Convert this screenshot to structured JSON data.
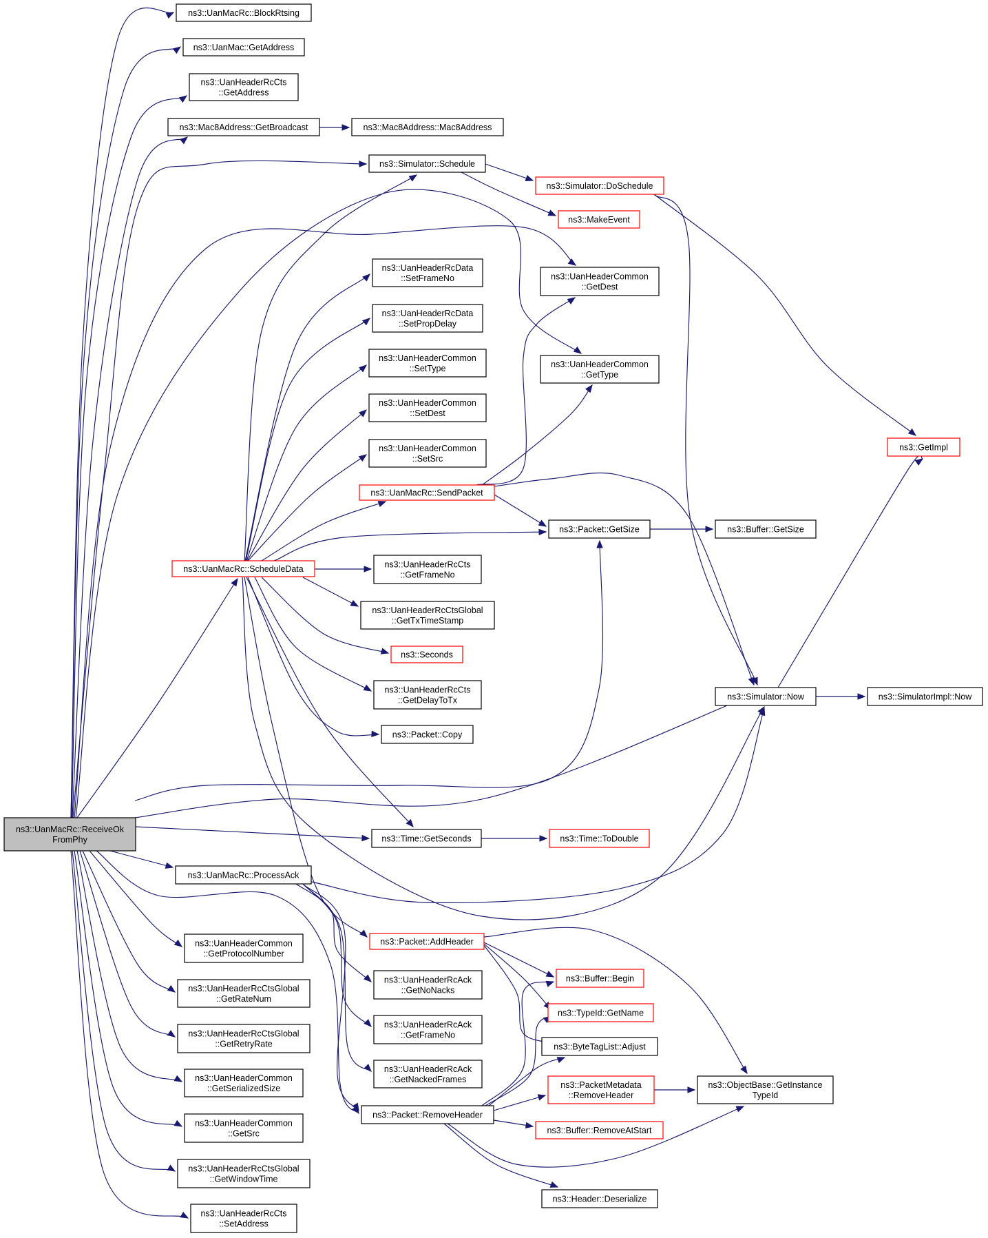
{
  "colors": {
    "edge": "#191970",
    "box_border_normal": "#000000",
    "box_border_truncated": "#ff0000",
    "root_fill": "#bfbfbf",
    "box_fill": "#ffffff",
    "text": "#000000"
  },
  "nodes": {
    "root": {
      "lines": [
        "ns3::UanMacRc::ReceiveOk",
        "FromPhy"
      ],
      "style": "root"
    },
    "blockRtsing": {
      "lines": [
        "ns3::UanMacRc::BlockRtsing"
      ],
      "style": "normal"
    },
    "macGetAddress": {
      "lines": [
        "ns3::UanMac::GetAddress"
      ],
      "style": "normal"
    },
    "hdrRcCtsGetAddress": {
      "lines": [
        "ns3::UanHeaderRcCts",
        "::GetAddress"
      ],
      "style": "normal"
    },
    "getBroadcast": {
      "lines": [
        "ns3::Mac8Address::GetBroadcast"
      ],
      "style": "normal"
    },
    "mac8Address": {
      "lines": [
        "ns3::Mac8Address::Mac8Address"
      ],
      "style": "normal"
    },
    "schedule": {
      "lines": [
        "ns3::Simulator::Schedule"
      ],
      "style": "normal"
    },
    "doSchedule": {
      "lines": [
        "ns3::Simulator::DoSchedule"
      ],
      "style": "truncated"
    },
    "makeEvent": {
      "lines": [
        "ns3::MakeEvent"
      ],
      "style": "truncated"
    },
    "setFrameNo": {
      "lines": [
        "ns3::UanHeaderRcData",
        "::SetFrameNo"
      ],
      "style": "normal"
    },
    "setPropDelay": {
      "lines": [
        "ns3::UanHeaderRcData",
        "::SetPropDelay"
      ],
      "style": "normal"
    },
    "setType": {
      "lines": [
        "ns3::UanHeaderCommon",
        "::SetType"
      ],
      "style": "normal"
    },
    "setDest": {
      "lines": [
        "ns3::UanHeaderCommon",
        "::SetDest"
      ],
      "style": "normal"
    },
    "setSrc": {
      "lines": [
        "ns3::UanHeaderCommon",
        "::SetSrc"
      ],
      "style": "normal"
    },
    "getDest": {
      "lines": [
        "ns3::UanHeaderCommon",
        "::GetDest"
      ],
      "style": "normal"
    },
    "getType": {
      "lines": [
        "ns3::UanHeaderCommon",
        "::GetType"
      ],
      "style": "normal"
    },
    "getImpl": {
      "lines": [
        "ns3::GetImpl"
      ],
      "style": "truncated"
    },
    "sendPacket": {
      "lines": [
        "ns3::UanMacRc::SendPacket"
      ],
      "style": "truncated"
    },
    "packetGetSize": {
      "lines": [
        "ns3::Packet::GetSize"
      ],
      "style": "normal"
    },
    "bufferGetSize": {
      "lines": [
        "ns3::Buffer::GetSize"
      ],
      "style": "normal"
    },
    "scheduleData": {
      "lines": [
        "ns3::UanMacRc::ScheduleData"
      ],
      "style": "truncated"
    },
    "ctsGetFrameNo": {
      "lines": [
        "ns3::UanHeaderRcCts",
        "::GetFrameNo"
      ],
      "style": "normal"
    },
    "getTxTimeStamp": {
      "lines": [
        "ns3::UanHeaderRcCtsGlobal",
        "::GetTxTimeStamp"
      ],
      "style": "normal"
    },
    "seconds": {
      "lines": [
        "ns3::Seconds"
      ],
      "style": "truncated"
    },
    "getDelayToTx": {
      "lines": [
        "ns3::UanHeaderRcCts",
        "::GetDelayToTx"
      ],
      "style": "normal"
    },
    "packetCopy": {
      "lines": [
        "ns3::Packet::Copy"
      ],
      "style": "normal"
    },
    "simNow": {
      "lines": [
        "ns3::Simulator::Now"
      ],
      "style": "normal"
    },
    "simImplNow": {
      "lines": [
        "ns3::SimulatorImpl::Now"
      ],
      "style": "normal"
    },
    "timeGetSeconds": {
      "lines": [
        "ns3::Time::GetSeconds"
      ],
      "style": "normal"
    },
    "timeToDouble": {
      "lines": [
        "ns3::Time::ToDouble"
      ],
      "style": "truncated"
    },
    "processAck": {
      "lines": [
        "ns3::UanMacRc::ProcessAck"
      ],
      "style": "normal"
    },
    "addHeader": {
      "lines": [
        "ns3::Packet::AddHeader"
      ],
      "style": "truncated"
    },
    "getProtocolNumber": {
      "lines": [
        "ns3::UanHeaderCommon",
        "::GetProtocolNumber"
      ],
      "style": "normal"
    },
    "getNoNacks": {
      "lines": [
        "ns3::UanHeaderRcAck",
        "::GetNoNacks"
      ],
      "style": "normal"
    },
    "bufferBegin": {
      "lines": [
        "ns3::Buffer::Begin"
      ],
      "style": "truncated"
    },
    "getRateNum": {
      "lines": [
        "ns3::UanHeaderRcCtsGlobal",
        "::GetRateNum"
      ],
      "style": "normal"
    },
    "typeIdGetName": {
      "lines": [
        "ns3::TypeId::GetName"
      ],
      "style": "truncated"
    },
    "ackGetFrameNo": {
      "lines": [
        "ns3::UanHeaderRcAck",
        "::GetFrameNo"
      ],
      "style": "normal"
    },
    "getRetryRate": {
      "lines": [
        "ns3::UanHeaderRcCtsGlobal",
        "::GetRetryRate"
      ],
      "style": "normal"
    },
    "byteTagListAdjust": {
      "lines": [
        "ns3::ByteTagList::Adjust"
      ],
      "style": "normal"
    },
    "getNackedFrames": {
      "lines": [
        "ns3::UanHeaderRcAck",
        "::GetNackedFrames"
      ],
      "style": "normal"
    },
    "getSerializedSize": {
      "lines": [
        "ns3::UanHeaderCommon",
        "::GetSerializedSize"
      ],
      "style": "normal"
    },
    "pmRemoveHeader": {
      "lines": [
        "ns3::PacketMetadata",
        "::RemoveHeader"
      ],
      "style": "truncated"
    },
    "getInstanceTypeId": {
      "lines": [
        "ns3::ObjectBase::GetInstance",
        "TypeId"
      ],
      "style": "normal"
    },
    "removeHeader": {
      "lines": [
        "ns3::Packet::RemoveHeader"
      ],
      "style": "normal"
    },
    "getSrc": {
      "lines": [
        "ns3::UanHeaderCommon",
        "::GetSrc"
      ],
      "style": "normal"
    },
    "removeAtStart": {
      "lines": [
        "ns3::Buffer::RemoveAtStart"
      ],
      "style": "truncated"
    },
    "getWindowTime": {
      "lines": [
        "ns3::UanHeaderRcCtsGlobal",
        "::GetWindowTime"
      ],
      "style": "normal"
    },
    "deserialize": {
      "lines": [
        "ns3::Header::Deserialize"
      ],
      "style": "normal"
    },
    "setAddress": {
      "lines": [
        "ns3::UanHeaderRcCts",
        "::SetAddress"
      ],
      "style": "normal"
    }
  },
  "edges": [
    [
      "root",
      "blockRtsing"
    ],
    [
      "root",
      "macGetAddress"
    ],
    [
      "root",
      "hdrRcCtsGetAddress"
    ],
    [
      "root",
      "getBroadcast"
    ],
    [
      "root",
      "schedule"
    ],
    [
      "root",
      "getDest"
    ],
    [
      "root",
      "getType"
    ],
    [
      "root",
      "scheduleData"
    ],
    [
      "root",
      "packetGetSize"
    ],
    [
      "root",
      "simNow"
    ],
    [
      "root",
      "timeGetSeconds"
    ],
    [
      "root",
      "processAck"
    ],
    [
      "root",
      "removeHeader"
    ],
    [
      "root",
      "getProtocolNumber"
    ],
    [
      "root",
      "getRateNum"
    ],
    [
      "root",
      "getRetryRate"
    ],
    [
      "root",
      "getSerializedSize"
    ],
    [
      "root",
      "getSrc"
    ],
    [
      "root",
      "getWindowTime"
    ],
    [
      "root",
      "setAddress"
    ],
    [
      "getBroadcast",
      "mac8Address"
    ],
    [
      "schedule",
      "doSchedule"
    ],
    [
      "schedule",
      "makeEvent"
    ],
    [
      "doSchedule",
      "getImpl"
    ],
    [
      "doSchedule",
      "simNow"
    ],
    [
      "sendPacket",
      "getDest"
    ],
    [
      "sendPacket",
      "getType"
    ],
    [
      "sendPacket",
      "packetGetSize"
    ],
    [
      "sendPacket",
      "simNow"
    ],
    [
      "packetGetSize",
      "bufferGetSize"
    ],
    [
      "scheduleData",
      "schedule"
    ],
    [
      "scheduleData",
      "setFrameNo"
    ],
    [
      "scheduleData",
      "setPropDelay"
    ],
    [
      "scheduleData",
      "setType"
    ],
    [
      "scheduleData",
      "setDest"
    ],
    [
      "scheduleData",
      "setSrc"
    ],
    [
      "scheduleData",
      "sendPacket"
    ],
    [
      "scheduleData",
      "packetGetSize"
    ],
    [
      "scheduleData",
      "ctsGetFrameNo"
    ],
    [
      "scheduleData",
      "getTxTimeStamp"
    ],
    [
      "scheduleData",
      "seconds"
    ],
    [
      "scheduleData",
      "getDelayToTx"
    ],
    [
      "scheduleData",
      "packetCopy"
    ],
    [
      "scheduleData",
      "timeGetSeconds"
    ],
    [
      "scheduleData",
      "simNow"
    ],
    [
      "scheduleData",
      "addHeader"
    ],
    [
      "simNow",
      "simImplNow"
    ],
    [
      "simNow",
      "getImpl"
    ],
    [
      "timeGetSeconds",
      "timeToDouble"
    ],
    [
      "processAck",
      "simNow"
    ],
    [
      "processAck",
      "getNoNacks"
    ],
    [
      "processAck",
      "ackGetFrameNo"
    ],
    [
      "processAck",
      "getNackedFrames"
    ],
    [
      "processAck",
      "removeHeader"
    ],
    [
      "addHeader",
      "bufferBegin"
    ],
    [
      "addHeader",
      "typeIdGetName"
    ],
    [
      "addHeader",
      "byteTagListAdjust"
    ],
    [
      "addHeader",
      "getInstanceTypeId"
    ],
    [
      "removeHeader",
      "bufferBegin"
    ],
    [
      "removeHeader",
      "typeIdGetName"
    ],
    [
      "removeHeader",
      "byteTagListAdjust"
    ],
    [
      "removeHeader",
      "pmRemoveHeader"
    ],
    [
      "removeHeader",
      "removeAtStart"
    ],
    [
      "removeHeader",
      "getInstanceTypeId"
    ],
    [
      "removeHeader",
      "deserialize"
    ],
    [
      "pmRemoveHeader",
      "getInstanceTypeId"
    ]
  ]
}
